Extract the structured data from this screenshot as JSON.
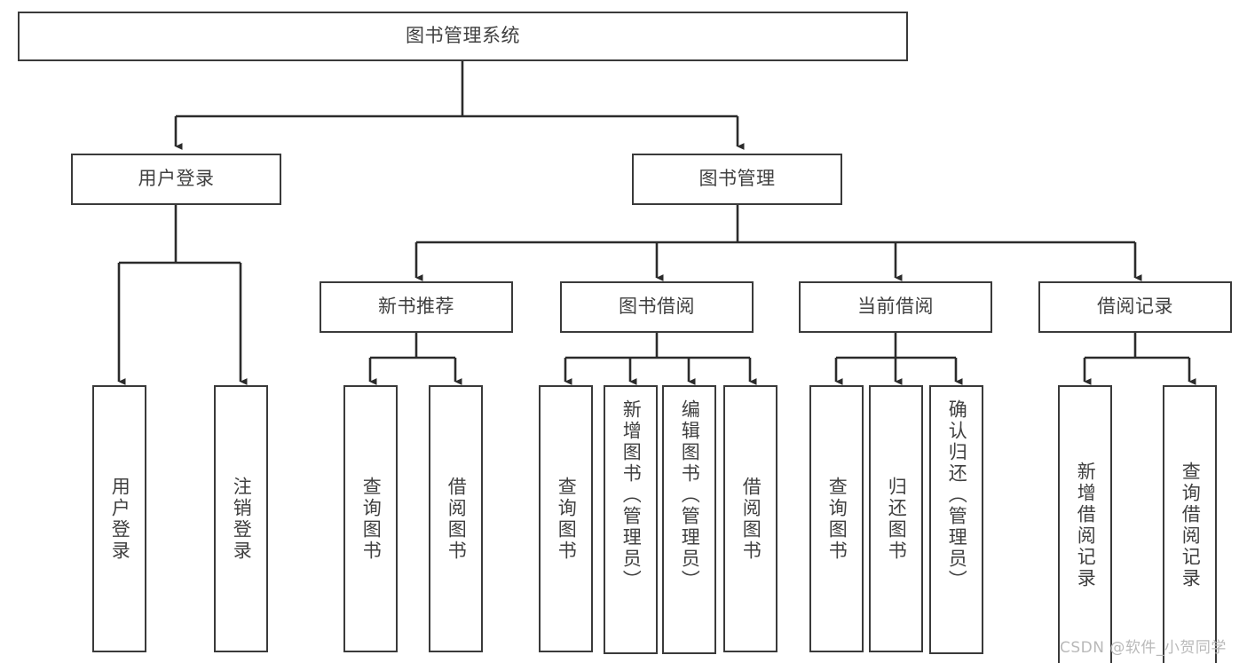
{
  "diagram": {
    "type": "org-chart",
    "title_node": {
      "label": "图书管理系统"
    },
    "level1": [
      {
        "label": "用户登录"
      },
      {
        "label": "图书管理"
      }
    ],
    "level2": [
      {
        "label": "新书推荐"
      },
      {
        "label": "图书借阅"
      },
      {
        "label": "当前借阅"
      },
      {
        "label": "借阅记录"
      }
    ],
    "leaves": {
      "user_login": [
        {
          "label": "用户登录"
        },
        {
          "label": "注销登录"
        }
      ],
      "new_book_recommend": [
        {
          "label": "查询图书"
        },
        {
          "label": "借阅图书"
        }
      ],
      "book_borrow": [
        {
          "label": "查询图书"
        },
        {
          "label": "新增图书（管理员）"
        },
        {
          "label": "编辑图书（管理员）"
        },
        {
          "label": "借阅图书"
        }
      ],
      "current_borrow": [
        {
          "label": "查询图书"
        },
        {
          "label": "归还图书"
        },
        {
          "label": "确认归还（管理员）"
        }
      ],
      "borrow_record": [
        {
          "label": "新增借阅记录"
        },
        {
          "label": "查询借阅记录"
        }
      ]
    }
  },
  "watermark": {
    "text": "CSDN @软件_小贺同学"
  },
  "colors": {
    "border": "#3a3a3a",
    "text": "#404040",
    "background": "#ffffff",
    "connector": "#2b2b2b",
    "watermark": "#b9b9b9"
  }
}
